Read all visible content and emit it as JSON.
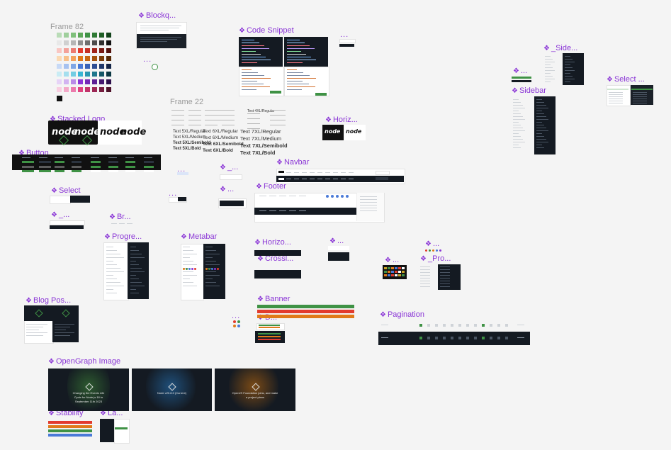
{
  "components": {
    "blockquote": "Blockq...",
    "code_snippet": "Code Snippet",
    "sidebar_short": "_Side...",
    "select_right": "Select ...",
    "sidebar": "Sidebar",
    "stacked_logo": "Stacked Logo",
    "horizontal_logo": "Horiz...",
    "button": "Button",
    "navbar": "Navbar",
    "footer": "Footer",
    "select": "Select",
    "underscore_small": "_...",
    "breadcrumbs": "Br...",
    "progress": "Progre...",
    "metabar": "Metabar",
    "horizontal": "Horizo...",
    "crosslink": "Crossl...",
    "banner": "Banner",
    "d_small": "D...",
    "pagination": "Pagination",
    "progression": "_Pro...",
    "blog_post": "Blog Pos...",
    "opengraph_image": "OpenGraph Image",
    "stability": "Stability",
    "language": "La...",
    "ellipsis": "..."
  },
  "frames": {
    "frame82": "Frame 82",
    "frame22": "Frame 22"
  },
  "typography": {
    "col1": [
      "Text 5XL/Regular",
      "Text 5XL/Medium",
      "Text 5XL/Semibold",
      "Text 5XL/Bold"
    ],
    "col2": [
      "Text 6XL/Regular",
      "Text 6XL/Medium",
      "Text 6XL/Semibold",
      "Text 6XL/Bold"
    ],
    "col3": [
      "Text 7XL/Regular",
      "Text 7XL/Medium",
      "Text 7XL/Semibold",
      "Text 7XL/Bold"
    ]
  },
  "logo_text": "node",
  "og_cards": [
    "Changing the Events Life Cycle for Node.js 18 to September 11th 2023",
    "Node v20.8.0 (Current)",
    "OpenJS Foundation joins, and make a project plans"
  ],
  "colors": {
    "label_purple": "#8a35d6",
    "node_green": "#3f9245",
    "dark_bg": "#141a22",
    "banner_green": "#3f9245",
    "banner_red": "#e23b2e",
    "banner_orange": "#e07a1a"
  }
}
